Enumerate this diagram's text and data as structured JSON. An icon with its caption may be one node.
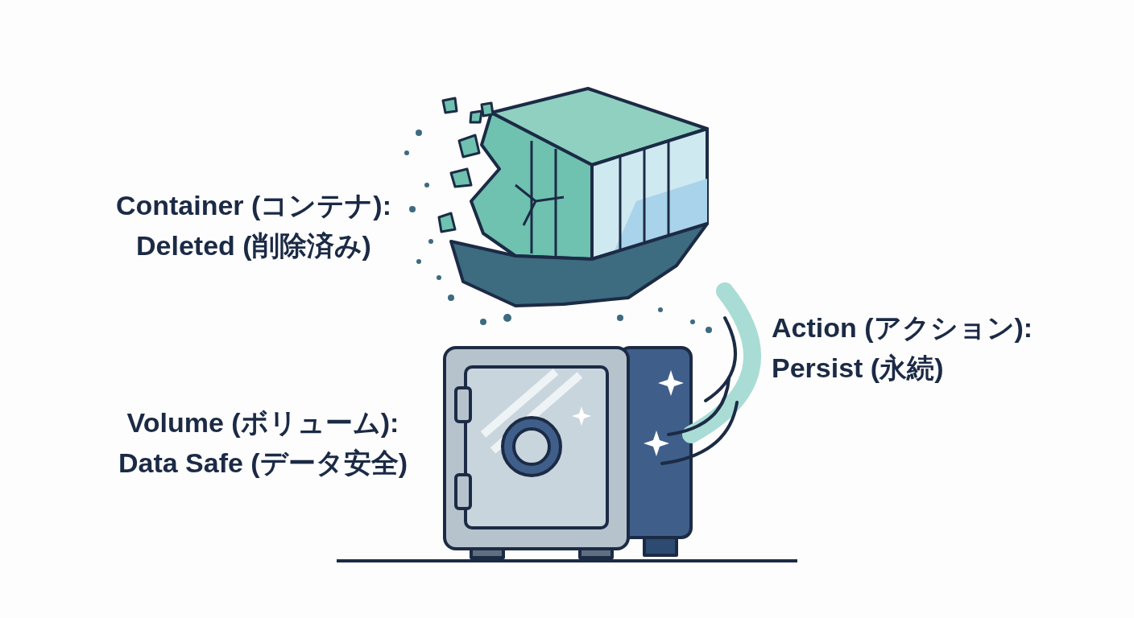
{
  "diagram": {
    "labels": [
      "Container (コンテナ): Deleted (削除済み)",
      "Action (アクション): Persist (永続)",
      "Volume (ボリューム): Data Safe (データ安全)"
    ]
  }
}
